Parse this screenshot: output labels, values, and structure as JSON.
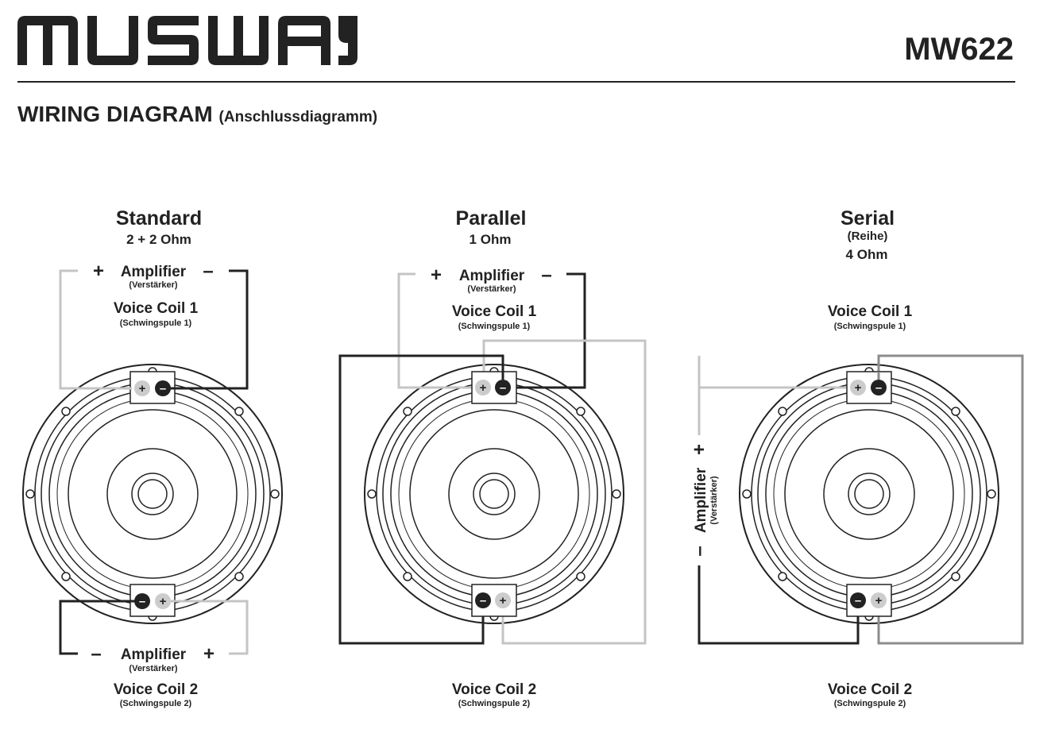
{
  "header": {
    "brand": "MUSWAY",
    "model": "MW622",
    "title": "WIRING DIAGRAM",
    "subtitle": "(Anschlussdiagramm)"
  },
  "colors": {
    "ink": "#222222",
    "wire_light": "#c4c4c4",
    "wire_medium": "#8c8c8c",
    "terminal_light": "#cccccc"
  },
  "symbols": {
    "plus": "+",
    "minus": "–"
  },
  "panels": {
    "standard": {
      "title": "Standard",
      "impedance": "2 + 2 Ohm",
      "amp_top_label": "Amplifier",
      "amp_top_sub": "(Verstärker)",
      "amp_bottom_label": "Amplifier",
      "amp_bottom_sub": "(Verstärker)",
      "coil1": "Voice Coil 1",
      "coil1_sub": "(Schwingspule 1)",
      "coil2": "Voice Coil 2",
      "coil2_sub": "(Schwingspule 2)"
    },
    "parallel": {
      "title": "Parallel",
      "impedance": "1 Ohm",
      "amp_label": "Amplifier",
      "amp_sub": "(Verstärker)",
      "coil1": "Voice Coil 1",
      "coil1_sub": "(Schwingspule 1)",
      "coil2": "Voice Coil 2",
      "coil2_sub": "(Schwingspule 2)"
    },
    "serial": {
      "title": "Serial",
      "title_sub": "(Reihe)",
      "impedance": "4 Ohm",
      "amp_label": "Amplifier",
      "amp_sub": "(Verstärker)",
      "coil1": "Voice Coil 1",
      "coil1_sub": "(Schwingspule 1)",
      "coil2": "Voice Coil 2",
      "coil2_sub": "(Schwingspule 2)"
    }
  }
}
